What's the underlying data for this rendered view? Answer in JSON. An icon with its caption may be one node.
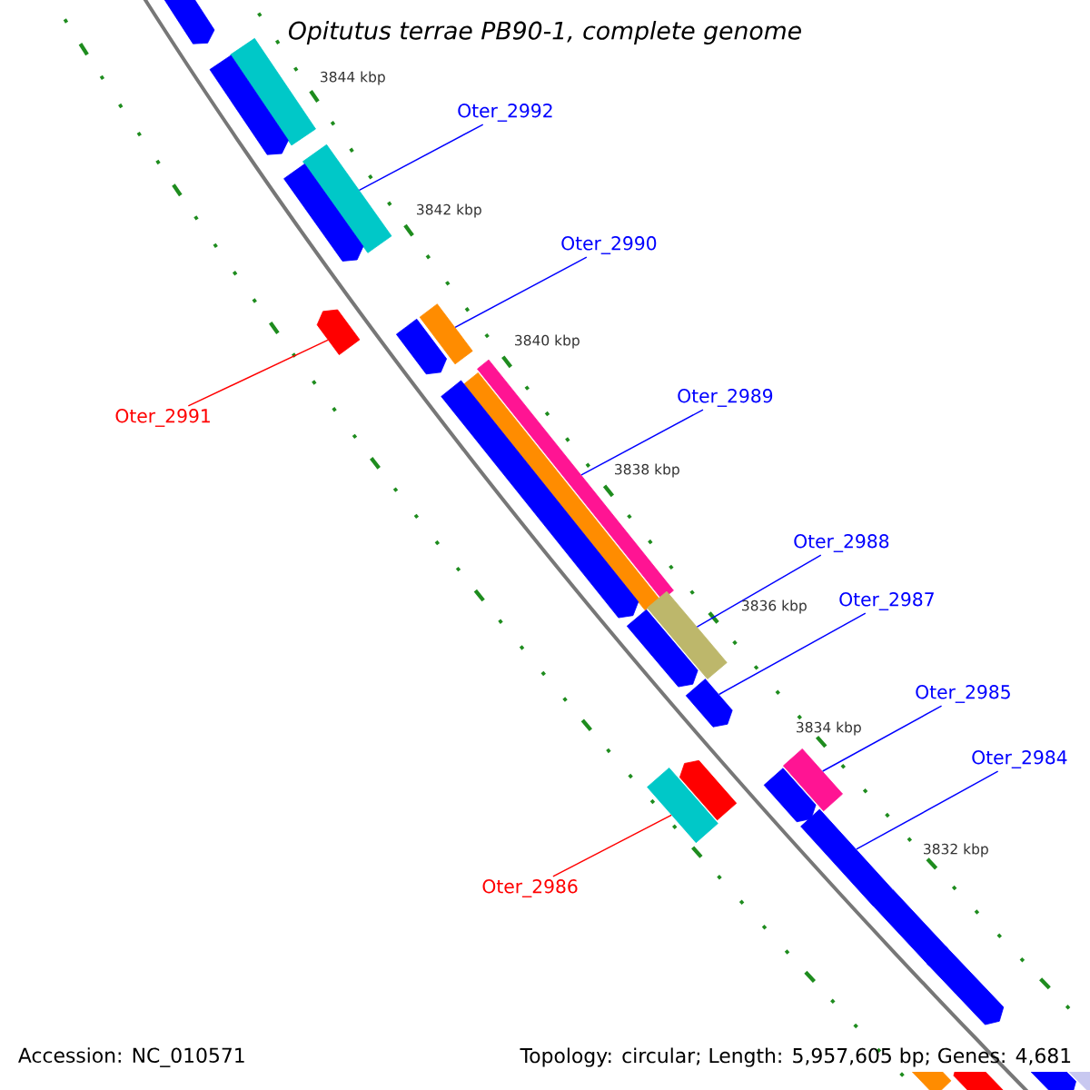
{
  "diagram": {
    "title": "Opitutus terrae PB90-1, complete genome",
    "nodes": [
      {
        "text": [
          "Oter_2992"
        ]
      },
      {
        "text": [
          "Oter_2990"
        ]
      },
      {
        "text": [
          "Oter_2991"
        ]
      },
      {
        "text": [
          "Oter_2989"
        ]
      },
      {
        "text": [
          "Oter_2988"
        ]
      },
      {
        "text": [
          "Oter_2987"
        ]
      },
      {
        "text": [
          "Oter_2985"
        ]
      },
      {
        "text": [
          "Oter_2984"
        ]
      },
      {
        "text": [
          "Oter_2986"
        ]
      },
      {
        "text": [],
        "shape": "arrow"
      },
      {
        "text": [],
        "shape": "bar"
      },
      {
        "text": [],
        "shape": "arrow"
      },
      {
        "text": [],
        "shape": "bar"
      },
      {
        "text": [],
        "shape": "arrow"
      },
      {
        "text": [],
        "shape": "bar"
      },
      {
        "text": [],
        "shape": "arrow"
      },
      {
        "text": [],
        "shape": "arrow"
      },
      {
        "text": [],
        "shape": "bar"
      },
      {
        "text": [],
        "shape": "bar"
      },
      {
        "text": [],
        "shape": "arrow"
      },
      {
        "text": [],
        "shape": "bar"
      },
      {
        "text": [],
        "shape": "arrow"
      },
      {
        "text": [],
        "shape": "arrow"
      },
      {
        "text": [],
        "shape": "arrow"
      },
      {
        "text": [],
        "shape": "bar"
      },
      {
        "text": [],
        "shape": "bar"
      },
      {
        "text": [],
        "shape": "arrow"
      },
      {
        "text": [],
        "shape": "arrow"
      },
      {
        "text": [],
        "shape": "arrow"
      },
      {
        "text": [],
        "shape": "arrow"
      },
      {
        "text": [],
        "shape": "bar"
      },
      {
        "text": [],
        "shape": "arrow"
      },
      {
        "text": [],
        "shape": "arrow"
      },
      {
        "text": [],
        "shape": "bar"
      }
    ],
    "edges": [
      {
        "from": 0,
        "to": 12,
        "arrow": "none"
      },
      {
        "from": 1,
        "to": 14,
        "arrow": "none"
      },
      {
        "from": 2,
        "to": 15,
        "arrow": "none",
        "color": "#ff0000"
      },
      {
        "from": 3,
        "to": 17,
        "arrow": "none"
      },
      {
        "from": 4,
        "to": 20,
        "arrow": "none"
      },
      {
        "from": 5,
        "to": 22,
        "arrow": "none"
      },
      {
        "from": 6,
        "to": 24,
        "arrow": "none"
      },
      {
        "from": 7,
        "to": 27,
        "arrow": "none"
      },
      {
        "from": 8,
        "to": 25,
        "arrow": "none",
        "color": "#ff0000"
      }
    ],
    "labels": [
      "3844 kbp",
      "3842 kbp",
      "3840 kbp",
      "3838 kbp",
      "3836 kbp",
      "3834 kbp",
      "3832 kbp",
      "Accession: NC_010571",
      "Topology: circular; Length: 5,957,605 bp; Genes: 4,681"
    ]
  }
}
